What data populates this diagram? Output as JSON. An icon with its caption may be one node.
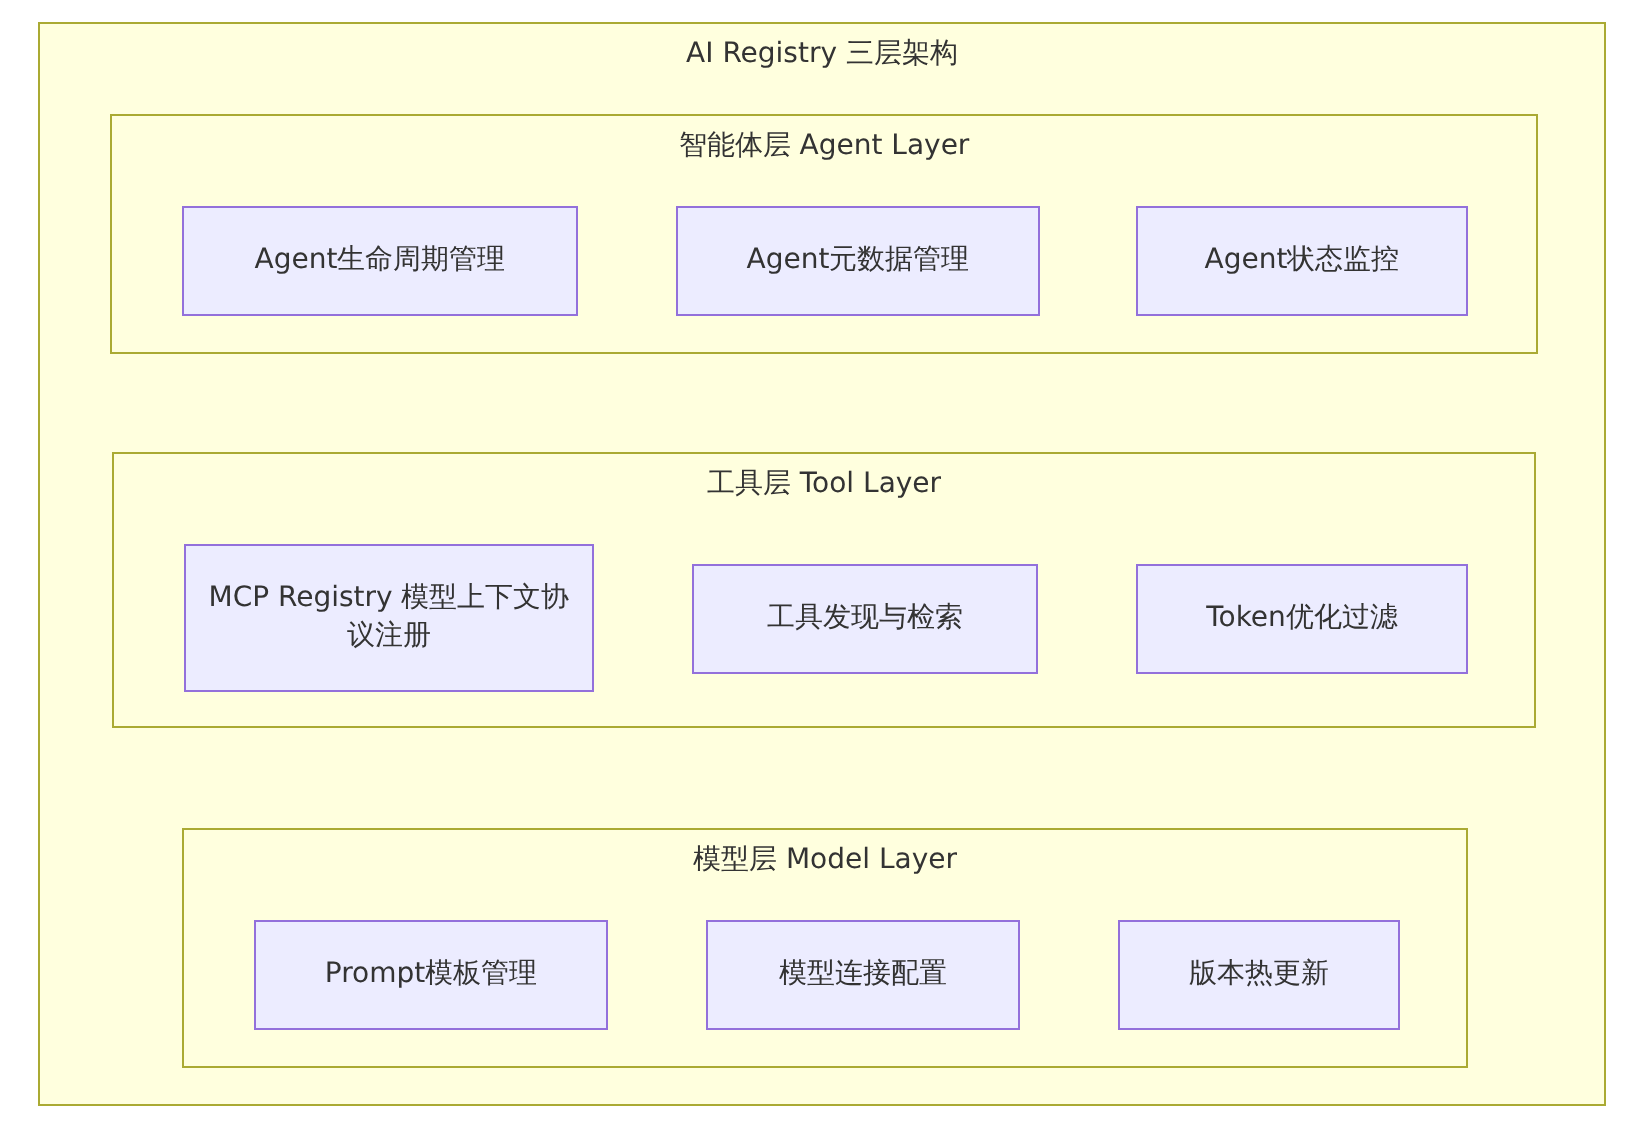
{
  "diagram": {
    "nodes": [
      {
        "text": [
          "AI Registry 三层架构"
        ]
      },
      {
        "text": [
          "智能体层 Agent Layer"
        ],
        "in": 0
      },
      {
        "text": [
          "Agent生命周期管理"
        ],
        "in": 1
      },
      {
        "text": [
          "Agent元数据管理"
        ],
        "in": 1
      },
      {
        "text": [
          "Agent状态监控"
        ],
        "in": 1
      },
      {
        "text": [
          "工具层 Tool Layer"
        ],
        "in": 0
      },
      {
        "text": [
          "MCP Registry 模型上下文协议注册"
        ],
        "in": 5
      },
      {
        "text": [
          "工具发现与检索"
        ],
        "in": 5
      },
      {
        "text": [
          "Token优化过滤"
        ],
        "in": 5
      },
      {
        "text": [
          "模型层 Model Layer"
        ],
        "in": 0
      },
      {
        "text": [
          "Prompt模板管理"
        ],
        "in": 9
      },
      {
        "text": [
          "模型连接配置"
        ],
        "in": 9
      },
      {
        "text": [
          "版本热更新"
        ],
        "in": 9
      }
    ],
    "edges": []
  }
}
